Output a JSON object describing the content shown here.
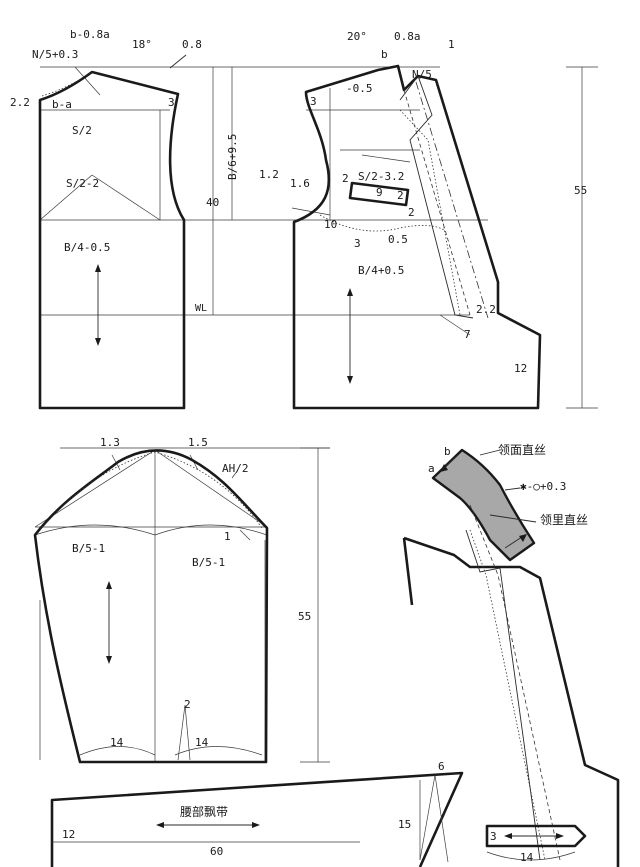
{
  "back_bodice": {
    "labels": {
      "b_minus": "b-0.8a",
      "neck_width": "N/5+0.3",
      "angle": "18°",
      "offset": "0.8",
      "depth": "2.2",
      "b_a": "b-a",
      "shoulder_drop": "3",
      "s_half": "S/2",
      "s_half_minus": "S/2-2",
      "bust": "B/4-0.5",
      "length": "40",
      "armhole": "B/6+9.5",
      "waist_line": "WL"
    }
  },
  "front_bodice": {
    "labels": {
      "angle": "20°",
      "b": "b",
      "a_val": "0.8a",
      "one": "1",
      "neck": "N/5",
      "three_top": "3",
      "neg_half": "-0.5",
      "s_half_minus": "S/2-3.2",
      "one_two": "1.2",
      "one_six": "1.6",
      "two_a": "2",
      "pocket_nine": "9",
      "pocket_two": "2",
      "two_b": "2",
      "ten": "10",
      "three_b": "3",
      "zero_five": "0.5",
      "bust": "B/4+0.5",
      "two_two": "2.2",
      "seven": "7",
      "twelve": "12",
      "length": "55"
    }
  },
  "sleeve": {
    "labels": {
      "cap_left": "1.3",
      "cap_right": "1.5",
      "ah": "AH/2",
      "one": "1",
      "left_width": "B/5-1",
      "right_width": "B/5-1",
      "length": "55",
      "two": "2",
      "hem_left": "14",
      "hem_right": "14"
    }
  },
  "collar": {
    "labels": {
      "b": "b",
      "a": "a",
      "face_grain": "领面直丝",
      "formula": "✱-○+0.3",
      "lining_grain": "领里直丝"
    }
  },
  "belt": {
    "labels": {
      "name": "腰部飘带",
      "six": "6",
      "twelve": "12",
      "fifteen": "15",
      "sixty": "60"
    }
  },
  "tab": {
    "labels": {
      "three": "3",
      "fourteen": "14"
    }
  }
}
